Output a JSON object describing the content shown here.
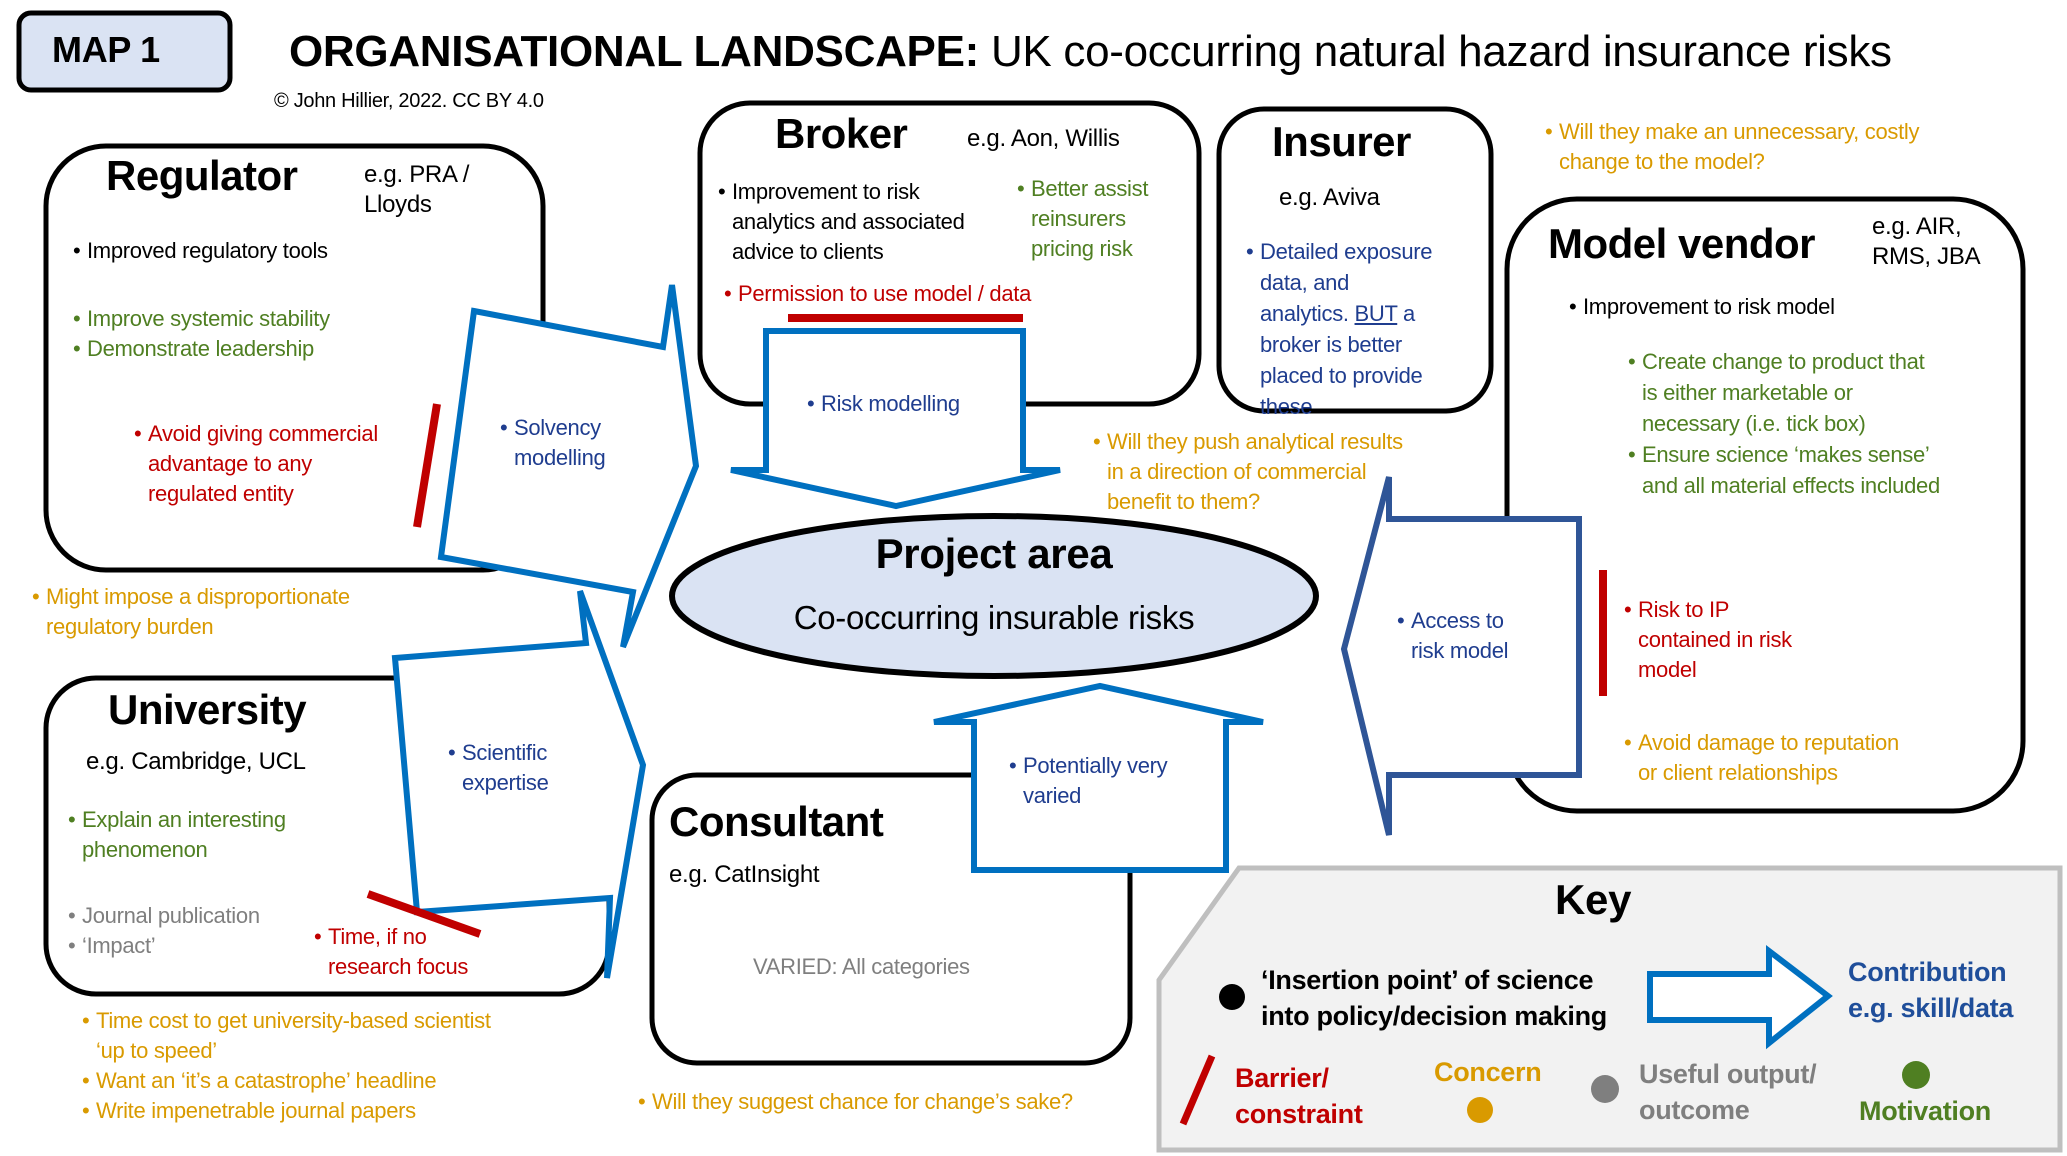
{
  "header": {
    "map_label": "MAP 1",
    "title_bold": "ORGANISATIONAL LANDSCAPE:",
    "title_rest": "UK co-occurring natural hazard insurance risks",
    "copyright": "© John Hillier, 2022. CC BY 4.0"
  },
  "regulator": {
    "title": "Regulator",
    "example": [
      "e.g. PRA /",
      "Lloyds"
    ],
    "outputs": [
      "Improved regulatory tools"
    ],
    "motivations": [
      "Improve systemic stability",
      "Demonstrate leadership"
    ],
    "barrier": [
      "Avoid giving commercial",
      "advantage to any",
      "regulated entity"
    ],
    "contribution": [
      "Solvency",
      "modelling"
    ],
    "concern": [
      "Might impose a disproportionate",
      "regulatory burden"
    ]
  },
  "broker": {
    "title": "Broker",
    "example": "e.g. Aon, Willis",
    "outputs": [
      "Improvement to risk",
      "analytics and associated",
      "advice to clients"
    ],
    "motivations": [
      "Better assist",
      "reinsurers",
      "pricing risk"
    ],
    "barrier": "Permission to use model / data",
    "contribution": "Risk modelling"
  },
  "insurer": {
    "title": "Insurer",
    "example": "e.g. Aviva",
    "contribution": [
      "Detailed exposure",
      "data, and",
      "analytics.",
      "BUT",
      "a",
      "broker is better",
      "placed to provide",
      "these"
    ],
    "concern": [
      "Will they push analytical results",
      "in a direction of commercial",
      "benefit to them?"
    ]
  },
  "model_vendor": {
    "title": "Model vendor",
    "example": [
      "e.g. AIR,",
      "RMS, JBA"
    ],
    "outputs": [
      "Improvement to risk model"
    ],
    "motivations": [
      "Create change to product that",
      "is either marketable or",
      "necessary (i.e. tick box)",
      "Ensure science ‘makes sense’",
      "and all material effects included"
    ],
    "barrier": [
      "Risk to IP",
      "contained in risk",
      "model"
    ],
    "concern_top": [
      "Will they make an unnecessary, costly",
      "change to the model?"
    ],
    "concern": [
      "Avoid damage to reputation",
      "or client relationships"
    ],
    "contribution": [
      "Access to",
      "risk model"
    ]
  },
  "project": {
    "title": "Project area",
    "subtitle": "Co-occurring insurable risks"
  },
  "university": {
    "title": "University",
    "example": "e.g. Cambridge, UCL",
    "motivations": [
      "Explain an interesting",
      "phenomenon"
    ],
    "outputs": [
      "Journal publication",
      "‘Impact’"
    ],
    "barrier": [
      "Time, if no",
      "research focus"
    ],
    "contribution": [
      "Scientific",
      "expertise"
    ],
    "concerns": [
      "Time cost to get university-based scientist",
      "‘up to speed’",
      "Want an ‘it’s a catastrophe’ headline",
      "Write impenetrable journal papers"
    ]
  },
  "consultant": {
    "title": "Consultant",
    "example": "e.g. CatInsight",
    "outputs": "VARIED: All categories",
    "contribution": [
      "Potentially very",
      "varied"
    ],
    "concern": "Will they suggest chance for change’s sake?"
  },
  "key": {
    "title": "Key",
    "insertion": [
      "‘Insertion point’ of science",
      "into policy/decision making"
    ],
    "contribution": [
      "Contribution",
      "e.g. skill/data"
    ],
    "barrier": [
      "Barrier/",
      "constraint"
    ],
    "concern": "Concern",
    "output": [
      "Useful output/",
      "outcome"
    ],
    "motivation": "Motivation"
  },
  "colors": {
    "motivation": "#4f7f22",
    "barrier": "#c00000",
    "concern": "#d99a00",
    "output": "#7f7f7f",
    "contribution": "#0070c0",
    "project_fill": "#dae3f3"
  }
}
